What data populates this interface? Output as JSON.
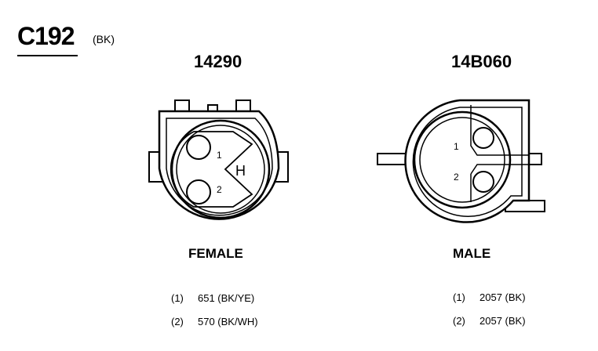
{
  "connector": {
    "title": "C192",
    "color_code": "(BK)"
  },
  "female": {
    "part_number": "14290",
    "label": "FEMALE",
    "pin_labels": [
      "1",
      "2"
    ],
    "key_label": "H",
    "pins": [
      {
        "num": "(1)",
        "circuit": "651 (BK/YE)"
      },
      {
        "num": "(2)",
        "circuit": "570 (BK/WH)"
      }
    ]
  },
  "male": {
    "part_number": "14B060",
    "label": "MALE",
    "pin_labels": [
      "1",
      "2"
    ],
    "pins": [
      {
        "num": "(1)",
        "circuit": "2057 (BK)"
      },
      {
        "num": "(2)",
        "circuit": "2057 (BK)"
      }
    ]
  }
}
